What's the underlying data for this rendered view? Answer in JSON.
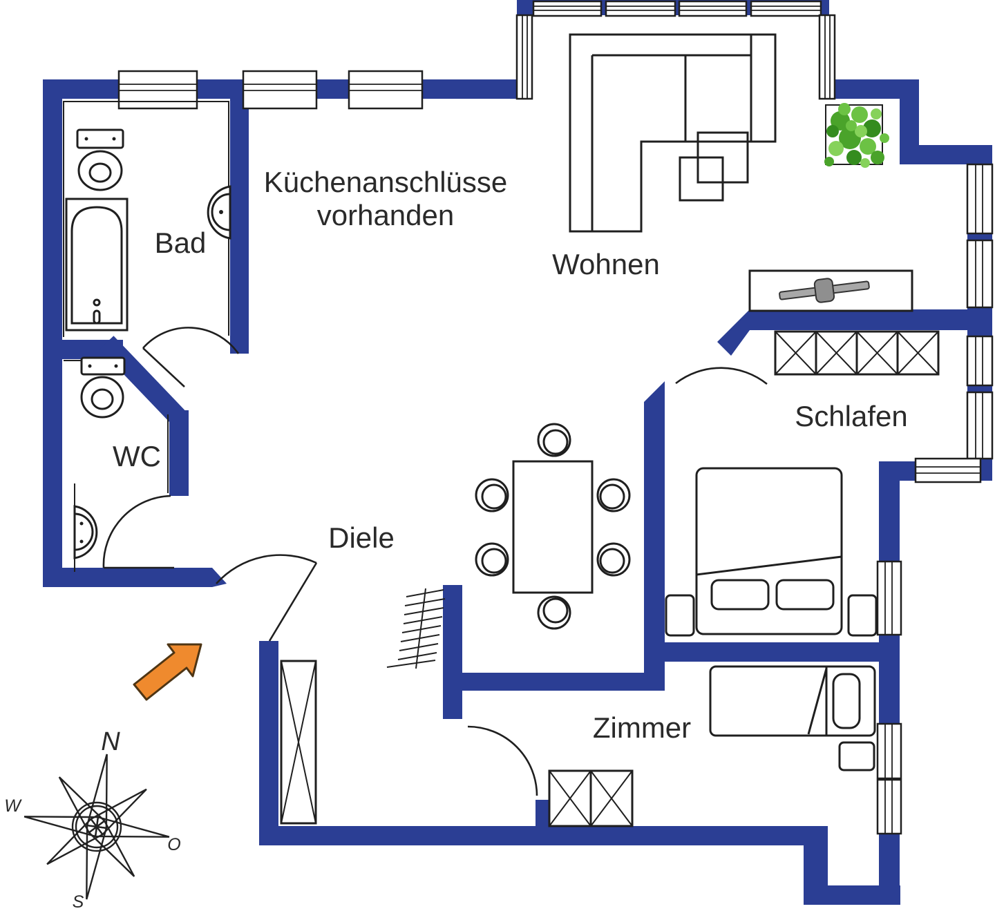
{
  "labels": {
    "kitchen_note_line1": "Küchenanschlüsse",
    "kitchen_note_line2": "vorhanden",
    "bad": "Bad",
    "wc": "WC",
    "wohnen": "Wohnen",
    "schlafen": "Schlafen",
    "diele": "Diele",
    "zimmer": "Zimmer",
    "compass_n": "N",
    "compass_w": "W",
    "compass_o": "O",
    "compass_s": "S"
  },
  "rooms": [
    {
      "id": "bad",
      "label": "Bad"
    },
    {
      "id": "wc",
      "label": "WC"
    },
    {
      "id": "wohnen",
      "label": "Wohnen"
    },
    {
      "id": "schlafen",
      "label": "Schlafen"
    },
    {
      "id": "diele",
      "label": "Diele"
    },
    {
      "id": "zimmer",
      "label": "Zimmer"
    }
  ],
  "icons": [
    "compass-rose-icon",
    "entrance-arrow-icon",
    "plant-icon",
    "bathtub-icon",
    "toilet-icon",
    "washbasin-icon",
    "sofa-icon",
    "coffee-tables-icon",
    "dining-table-icon",
    "chair-icon",
    "double-bed-icon",
    "single-bed-icon",
    "nightstand-icon",
    "wardrobe-icon",
    "sideboard-tv-icon",
    "coat-rack-icon",
    "window-icon",
    "door-swing-icon"
  ],
  "colors": {
    "wall": "#2b3e94",
    "line": "#1f1f1f",
    "arrow": "#ef8a2e",
    "plant": "#4aa32a"
  }
}
